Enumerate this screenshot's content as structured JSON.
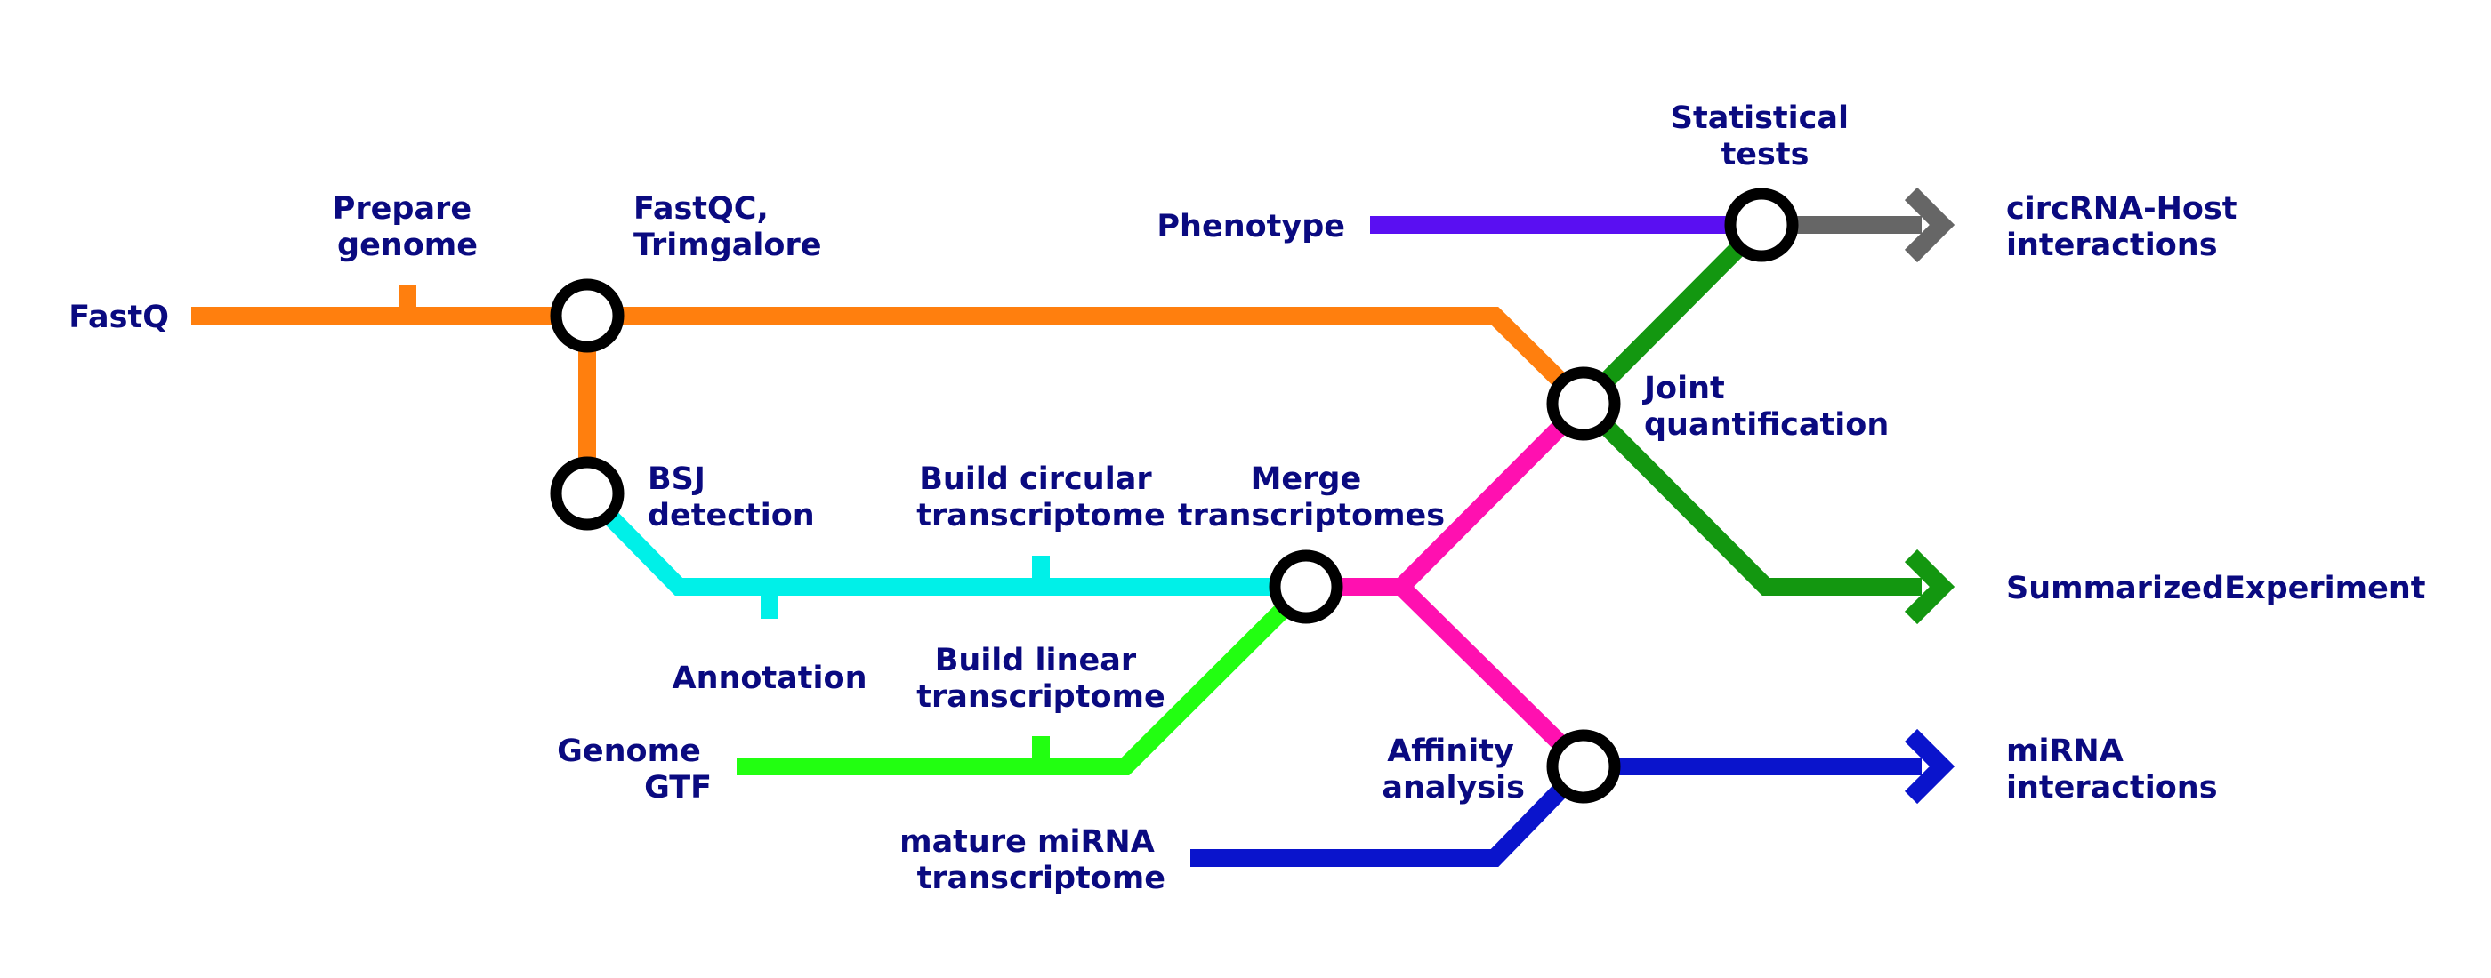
{
  "colors": {
    "orange": "#ff7f0e",
    "cyan": "#00f0e8",
    "light_green": "#22ff11",
    "magenta": "#ff10b0",
    "dark_green": "#139710",
    "purple": "#5a0ff2",
    "blue": "#0a14cc",
    "gray": "#666666",
    "label_text": "#0a0a80"
  },
  "labels": {
    "fastq": "FastQ",
    "prepare_genome": [
      "Prepare",
      "genome"
    ],
    "fastqc_trimgalore": [
      "FastQC,",
      "Trimgalore"
    ],
    "bsj_detection": [
      "BSJ",
      "detection"
    ],
    "annotation": "Annotation",
    "build_circular_transcriptome": [
      "Build circular",
      "transcriptome"
    ],
    "build_linear_transcriptome": [
      "Build linear",
      "transcriptome"
    ],
    "merge_transcriptomes": [
      "Merge",
      "transcriptomes"
    ],
    "genome_gtf": [
      "Genome",
      "GTF"
    ],
    "mature_mirna_transcriptome": [
      "mature miRNA",
      "transcriptome"
    ],
    "phenotype": "Phenotype",
    "statistical_tests": [
      "Statistical",
      "tests"
    ],
    "joint_quantification": [
      "Joint",
      "quantification"
    ],
    "affinity_analysis": [
      "Affinity",
      "analysis"
    ],
    "circrna_host_interactions": [
      "circRNA-Host",
      "interactions"
    ],
    "summarized_experiment": "SummarizedExperiment",
    "mirna_interactions": [
      "miRNA",
      "interactions"
    ]
  }
}
